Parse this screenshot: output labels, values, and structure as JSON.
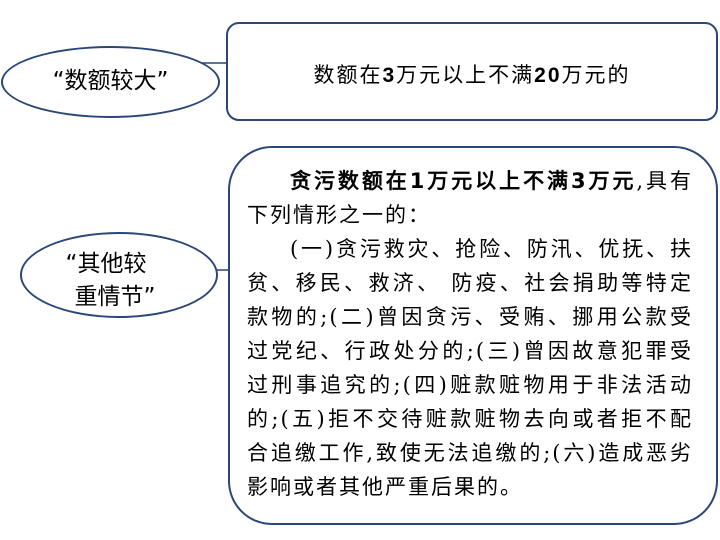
{
  "labels": {
    "large_amount": "“数额较大”",
    "serious_line1": "“其他较",
    "serious_line2": "重情节”"
  },
  "large_amount_criteria": {
    "part1": "数额在",
    "num1": "3",
    "part2": "万元以上不满",
    "num2": "20",
    "part3": "万元的"
  },
  "serious_circumstances": {
    "first_line_lead": "贪污数额在1万元以上不满3万元",
    "first_line_tail": ",具有",
    "lines": [
      "下列情形之一的：",
      "(一)贪污救灾、抢险、防汛、优抚、扶",
      "贫、移民、救济、 防疫、社会捐助等特定",
      "款物的;(二)曾因贪污、受贿、挪用公款受",
      "过党纪、行政处分的;(三)曾因故意犯罪受",
      "过刑事追究的;(四)赃款赃物用于非法活动",
      "的;(五)拒不交待赃款赃物去向或者拒不配",
      "合追缴工作,致使无法追缴的;(六)造成恶劣",
      "影响或者其他严重后果的。"
    ]
  },
  "colors": {
    "outline": "#2B4778",
    "text": "#000000",
    "background": "#FFFFFF"
  }
}
